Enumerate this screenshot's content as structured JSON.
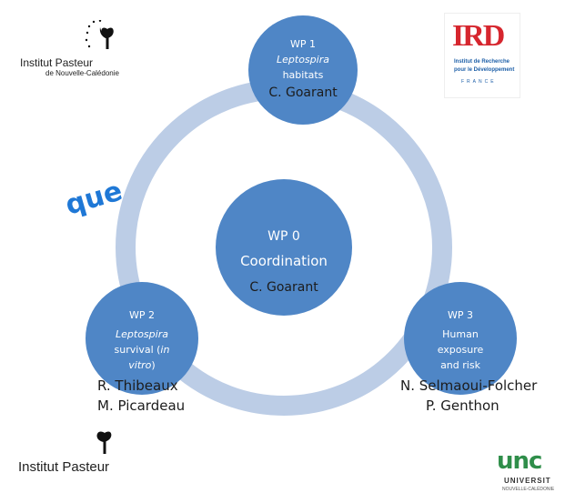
{
  "logos": {
    "pasteur_nc": {
      "line1": "Institut Pasteur",
      "line2": "de Nouvelle-Calédonie"
    },
    "ird": {
      "mark": "IRD",
      "sub1": "Institut de Recherche",
      "sub2": "pour le Développement",
      "sub3": "FRANCE"
    },
    "pasteur": {
      "line1": "Institut Pasteur"
    },
    "unc": {
      "mark": "unc",
      "sub1": "UNIVERSIT",
      "sub2": "NOUVELLE-CALÉDONIE"
    }
  },
  "partial_text": "que",
  "wp0": {
    "title": "WP 0",
    "subtitle": "Coordination",
    "lead": "C. Goarant"
  },
  "wp1": {
    "title": "WP 1",
    "line1": "Leptospira",
    "line2": "habitats",
    "lead": "C. Goarant"
  },
  "wp2": {
    "title": "WP 2",
    "line1": "Leptospira",
    "line2": "survival (",
    "line2_italic": "in",
    "line3_italic": "vitro",
    "line3_end": ")",
    "lead1": "R. Thibeaux",
    "lead2": "M. Picardeau"
  },
  "wp3": {
    "title": "WP 3",
    "line1": "Human",
    "line2": "exposure",
    "line3": "and risk",
    "lead1": "N. Selmaoui-Folcher",
    "lead2": "P. Genthon"
  },
  "colors": {
    "ring": "#bccde6",
    "circle": "#4f86c6",
    "text_dark": "#1c1c1c",
    "partial_blue": "#1f78d6",
    "ird_red": "#d6262e"
  }
}
